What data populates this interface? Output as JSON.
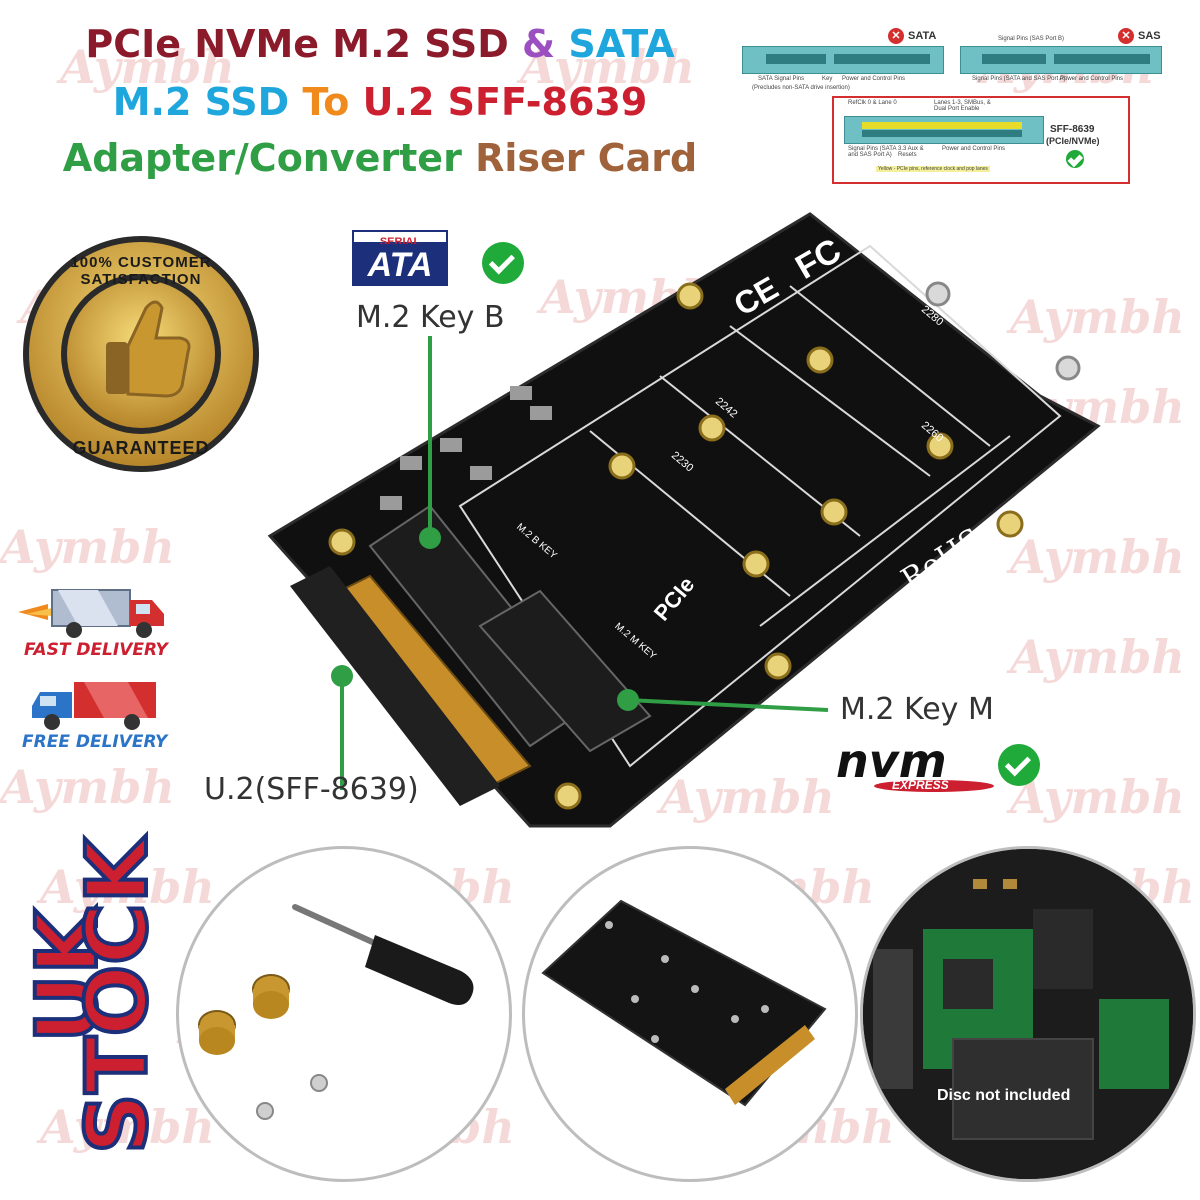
{
  "title": {
    "line1": {
      "part_a": "PCIe NVMe M.2 SSD",
      "amp": "&",
      "part_b": "SATA"
    },
    "line2": {
      "part_a": "M.2 SSD",
      "to": "To",
      "part_b": "U.2 SFF-8639"
    },
    "line3": {
      "part_a": "Adapter/Converter",
      "part_b": "Riser Card"
    }
  },
  "colors": {
    "title_red": "#8b1a2a",
    "title_purple": "#9b4fc0",
    "title_blue": "#1fa6dc",
    "title_orange": "#f08a1c",
    "title_green": "#2f9e44",
    "title_brown": "#a0623a",
    "check_green": "#1faa3a",
    "badge_gold": "#e0b445",
    "uk_red": "#cc1f2f",
    "uk_blue": "#1c2f7a"
  },
  "connector_diagram": {
    "sata": {
      "label": "SATA",
      "sub1": "SATA Signal Pins",
      "sub2": "Key",
      "sub3": "Power and Control Pins",
      "note": "(Precludes non-SATA drive insertion)"
    },
    "sas": {
      "label": "SAS",
      "sub1": "Signal Pins (SAS Port B)",
      "sub2": "Signal Pins (SATA and SAS Port A)",
      "sub3": "Power and Control Pins"
    },
    "sff": {
      "label": "SFF-8639",
      "label2": "(PCIe/NVMe)",
      "sub1": "RefClk 0 & Lane 0",
      "sub2": "Lanes 1-3, SMBus, & Dual Port Enable",
      "sub3": "Signal Pins (SATA and SAS Port A)",
      "sub4": "Power and Control Pins",
      "sub5": "3.3 Aux & Resets",
      "note": "Yellow - PCIe pins, reference clock and pop lanes"
    }
  },
  "badge": {
    "top": "100% CUSTOMER SATISFACTION",
    "bottom": "GUARANTEED"
  },
  "callouts": {
    "sata_logo_top": "SERIAL",
    "sata_logo_main": "ATA",
    "key_b": "M.2 Key B",
    "key_m": "M.2 Key M",
    "u2": "U.2(SFF-8639)",
    "nvme_main": "nvm",
    "nvme_sub": "EXPRESS"
  },
  "board_marks": {
    "fc": "FC",
    "ce": "CE",
    "rohs": "RoHS",
    "sizes": [
      "2280",
      "2260",
      "2242",
      "2230"
    ],
    "key_b_slot": "M.2 B KEY",
    "key_m_slot": "M.2 M KEY",
    "pcie": "PCIe"
  },
  "delivery": {
    "fast": "FAST DELIVERY",
    "free": "FREE DELIVERY"
  },
  "uk_stock": {
    "line1": "UK",
    "line2": "STOCK"
  },
  "photo_note": "Disc not included",
  "watermark": "Aymbh"
}
